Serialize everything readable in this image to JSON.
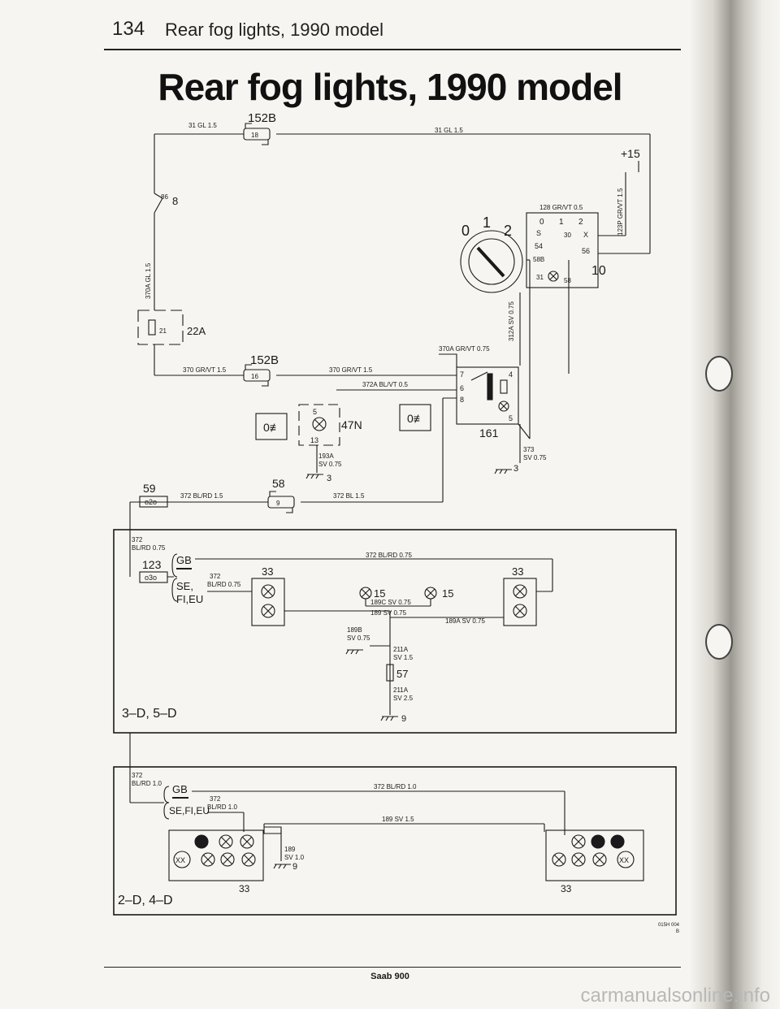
{
  "header": {
    "page_number": "134",
    "title": "Rear fog lights, 1990 model"
  },
  "main_title": "Rear fog lights, 1990 model",
  "footer": {
    "text": "Saab 900"
  },
  "watermark": "carmanualsonline.info",
  "figure_code": {
    "line1": "015H 004",
    "line2": "B"
  },
  "labels": {
    "c152b_top": "152B",
    "c152b_pin_top": "18",
    "w31_left": "31 GL 1.5",
    "w31_right": "31 GL 1.5",
    "c8_num": "8",
    "c8_pin": "86",
    "w370a_vert": "370A GL 1.5",
    "fuse_num": "21",
    "fuse_label": "22A",
    "plus15": "+15",
    "w123p": "123P GR/VT 1.5",
    "w128": "128 GR/VT 0.5",
    "sw_0": "0",
    "sw_1": "1",
    "sw_2": "2",
    "t_0": "0",
    "t_1": "1",
    "t_2": "2",
    "t_s": "S",
    "t_30": "30",
    "t_x": "X",
    "t_54": "54",
    "t_56": "56",
    "t_58b": "58B",
    "t_31": "31",
    "t_58": "58",
    "sw_num": "10",
    "w312a": "312A SV 0.75",
    "w370a_gr": "370A GR/VT 0.75",
    "c152b_mid": "152B",
    "c152b_pin_mid": "16",
    "w370_left": "370 GR/VT 1.5",
    "w370_right": "370 GR/VT 1.5",
    "w372a": "372A BL/VT 0.5",
    "relay_7": "7",
    "relay_6": "6",
    "relay_8": "8",
    "relay_4": "4",
    "relay_5": "5",
    "relay_num": "161",
    "bulb_pin5": "5",
    "bulb_pin13": "13",
    "bulb_num": "47N",
    "w193a_1": "193A",
    "w193a_2": "SV 0.75",
    "gnd_3a": "3",
    "w373_1": "373",
    "w373_2": "SV 0.75",
    "gnd_3b": "3",
    "c59": "59",
    "c59_pins": "o2o",
    "c58": "58",
    "c58_pin": "9",
    "w372_blrd": "372 BL/RD 1.5",
    "w372_bl": "372 BL 1.5",
    "p1_w372_1": "372",
    "p1_w372_2": "BL/RD 0.75",
    "p1_c123": "123",
    "p1_c123_pins": "o3o",
    "p1_gb": "GB",
    "p1_se": "SE,",
    "p1_fieu": "FI,EU",
    "p1_w372s_1": "372",
    "p1_w372s_2": "BL/RD 0.75",
    "p1_w372_long": "372 BL/RD 0.75",
    "p1_33_left": "33",
    "p1_33_right": "33",
    "p1_15a": "15",
    "p1_15b": "15",
    "p1_w189c": "189C SV 0.75",
    "p1_w189": "189 SV 0.75",
    "p1_w189a": "189A SV 0.75",
    "p1_w189b_1": "189B",
    "p1_w189b_2": "SV 0.75",
    "p1_w211a_1": "211A",
    "p1_w211a_2": "SV 1.5",
    "p1_c57": "57",
    "p1_w211a2_1": "211A",
    "p1_w211a2_2": "SV 2.5",
    "p1_gnd9": "9",
    "p1_variant": "3–D, 5–D",
    "p2_w372_1": "372",
    "p2_w372_2": "BL/RD 1.0",
    "p2_gb": "GB",
    "p2_sefieu": "SE,FI,EU",
    "p2_w372s_1": "372",
    "p2_w372s_2": "BL/RD 1.0",
    "p2_w372_long": "372 BL/RD 1.0",
    "p2_w189": "189 SV 1.5",
    "p2_w189v_1": "189",
    "p2_w189v_2": "SV 1.0",
    "p2_gnd9": "9",
    "p2_33_left": "33",
    "p2_33_right": "33",
    "xx": "XX",
    "p2_variant": "2–D, 4–D"
  }
}
